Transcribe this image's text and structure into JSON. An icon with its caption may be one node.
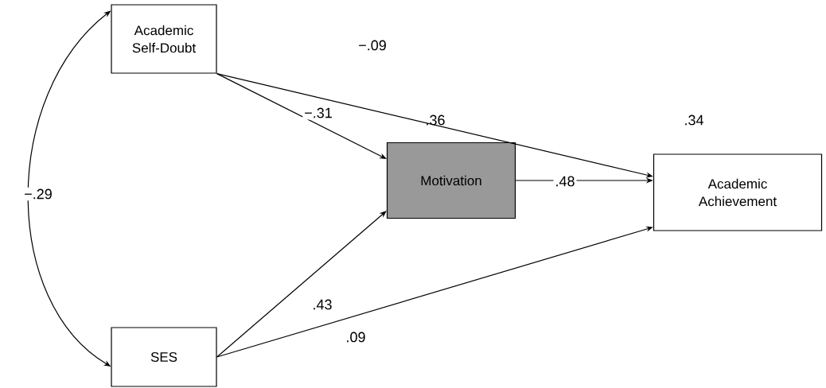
{
  "diagram": {
    "nodes": [
      {
        "text": [
          "Academic Self-Doubt"
        ]
      },
      {
        "text": [
          "Motivation"
        ],
        "beside": [
          ".36"
        ]
      },
      {
        "text": [
          "Academic Achievement"
        ],
        "beside": [
          ".34"
        ]
      },
      {
        "text": [
          "SES"
        ]
      }
    ],
    "edges": [
      {
        "from": 0,
        "to": 2,
        "arrow": "to",
        "label": "−.09"
      },
      {
        "from": 0,
        "to": 1,
        "arrow": "to",
        "label": "−.31"
      },
      {
        "from": 1,
        "to": 2,
        "arrow": "to",
        "label": ".48"
      },
      {
        "from": 3,
        "to": 1,
        "arrow": "to",
        "label": ".43"
      },
      {
        "from": 3,
        "to": 2,
        "arrow": "to",
        "label": ".09"
      },
      {
        "from": 0,
        "to": 3,
        "arrow": "both",
        "label": "−.29"
      }
    ]
  }
}
